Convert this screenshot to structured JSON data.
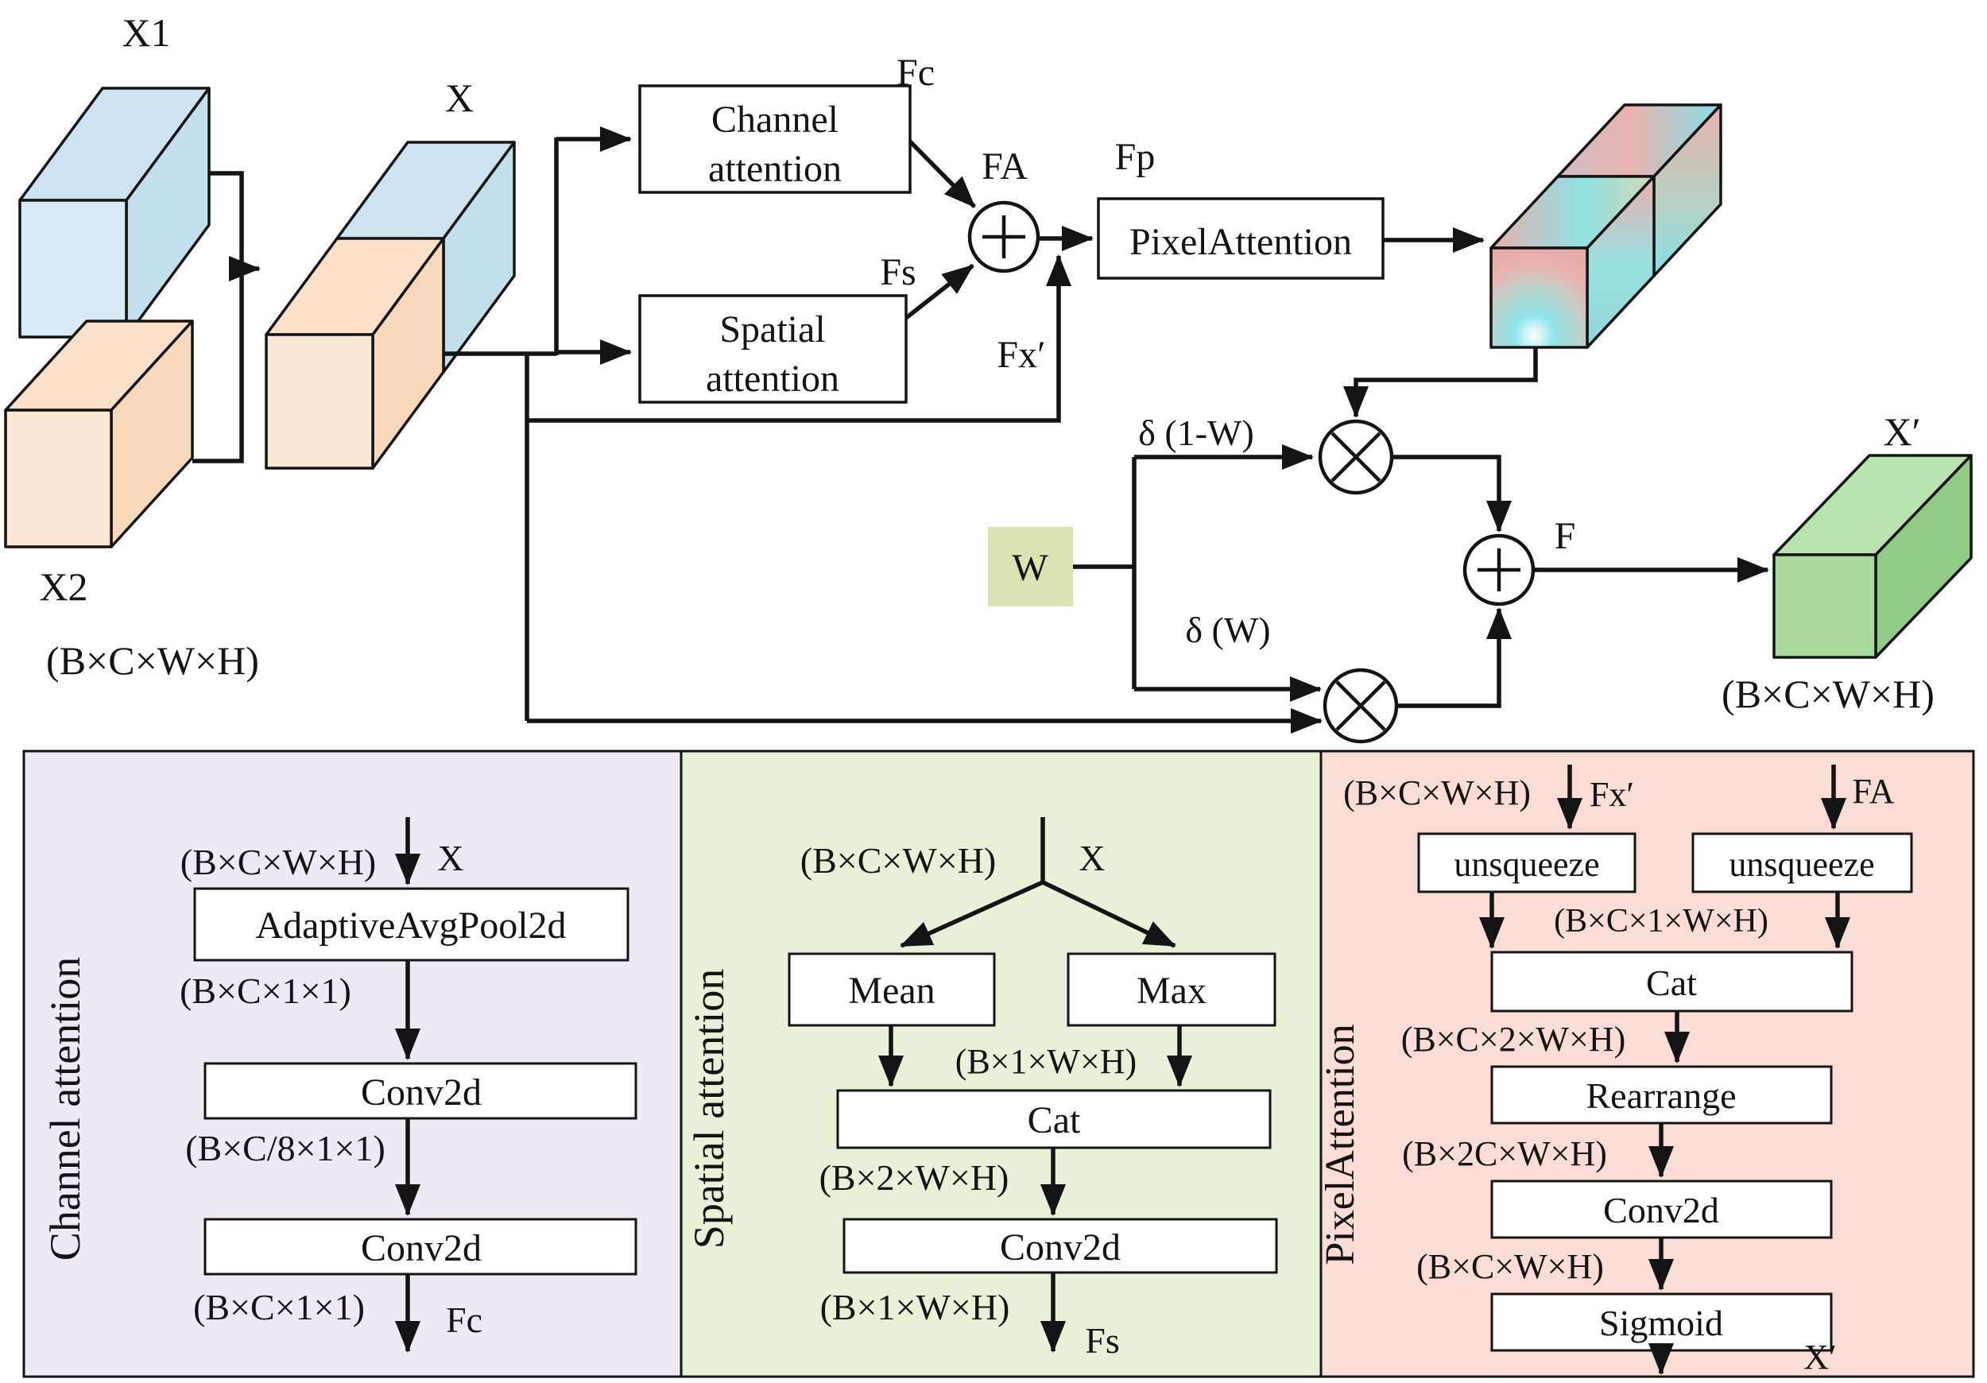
{
  "figure": {
    "type": "neural-network attention module diagram",
    "modules": [
      "Channel attention",
      "Spatial attention",
      "PixelAttention"
    ]
  },
  "colors": {
    "blue_front": "#d7ebf4",
    "blue_top": "#cbe4f0",
    "blue_side": "#c2dfec",
    "peach_front": "#fbe8d5",
    "peach_top": "#f9e0c6",
    "peach_side": "#f6d8ba",
    "green_front": "#a7da9b",
    "green_top": "#b9e3ae",
    "green_side": "#90cc85",
    "channel_box": "#e8e2f2",
    "spatial_box": "#eaf0da",
    "pixel_box": "#f3cfcb",
    "w_box": "#dce3b3",
    "panel_channel": "#edeaf4",
    "panel_spatial": "#e9f0d8",
    "panel_pixel": "#f8dcd5",
    "box_fill": "#ffffff",
    "line": "#141414"
  },
  "labels": {
    "x1": "X1",
    "x2": "X2",
    "x": "X",
    "x_prime": "X′",
    "dims_input": "(B×C×W×H)",
    "dims_output": "(B×C×W×H)",
    "channel_line1": "Channel",
    "channel_line2": "attention",
    "spatial_line1": "Spatial",
    "spatial_line2": "attention",
    "pixel_attention": "PixelAttention",
    "fc": "Fc",
    "fa": "FA",
    "fs": "Fs",
    "fp": "Fp",
    "fx_prime": "Fx′",
    "f": "F",
    "w": "W",
    "delta_one_minus_w": "δ (1-W)",
    "delta_w": "δ (W)"
  },
  "panels": {
    "channel": {
      "title": "Channel attention",
      "in_dim": "(B×C×W×H)",
      "in_var": "X",
      "pool": "AdaptiveAvgPool2d",
      "dim1": "(B×C×1×1)",
      "conv1": "Conv2d",
      "dim2": "(B×C/8×1×1)",
      "conv2": "Conv2d",
      "dim3": "(B×C×1×1)",
      "out_var": "Fc"
    },
    "spatial": {
      "title": "Spatial attention",
      "in_dim": "(B×C×W×H)",
      "in_var": "X",
      "mean": "Mean",
      "max": "Max",
      "dim1": "(B×1×W×H)",
      "cat": "Cat",
      "dim2": "(B×2×W×H)",
      "conv": "Conv2d",
      "dim3": "(B×1×W×H)",
      "out_var": "Fs"
    },
    "pixel": {
      "title": "PixelAttention",
      "in_dim": "(B×C×W×H)",
      "in_var1": "Fx′",
      "in_var2": "FA",
      "unsqueeze1": "unsqueeze",
      "unsqueeze2": "unsqueeze",
      "dim1": "(B×C×1×W×H)",
      "cat": "Cat",
      "dim2": "(B×C×2×W×H)",
      "rearrange": "Rearrange",
      "dim3": "(B×2C×W×H)",
      "conv": "Conv2d",
      "dim4": "(B×C×W×H)",
      "sigmoid": "Sigmoid",
      "out_var": "X′"
    }
  }
}
